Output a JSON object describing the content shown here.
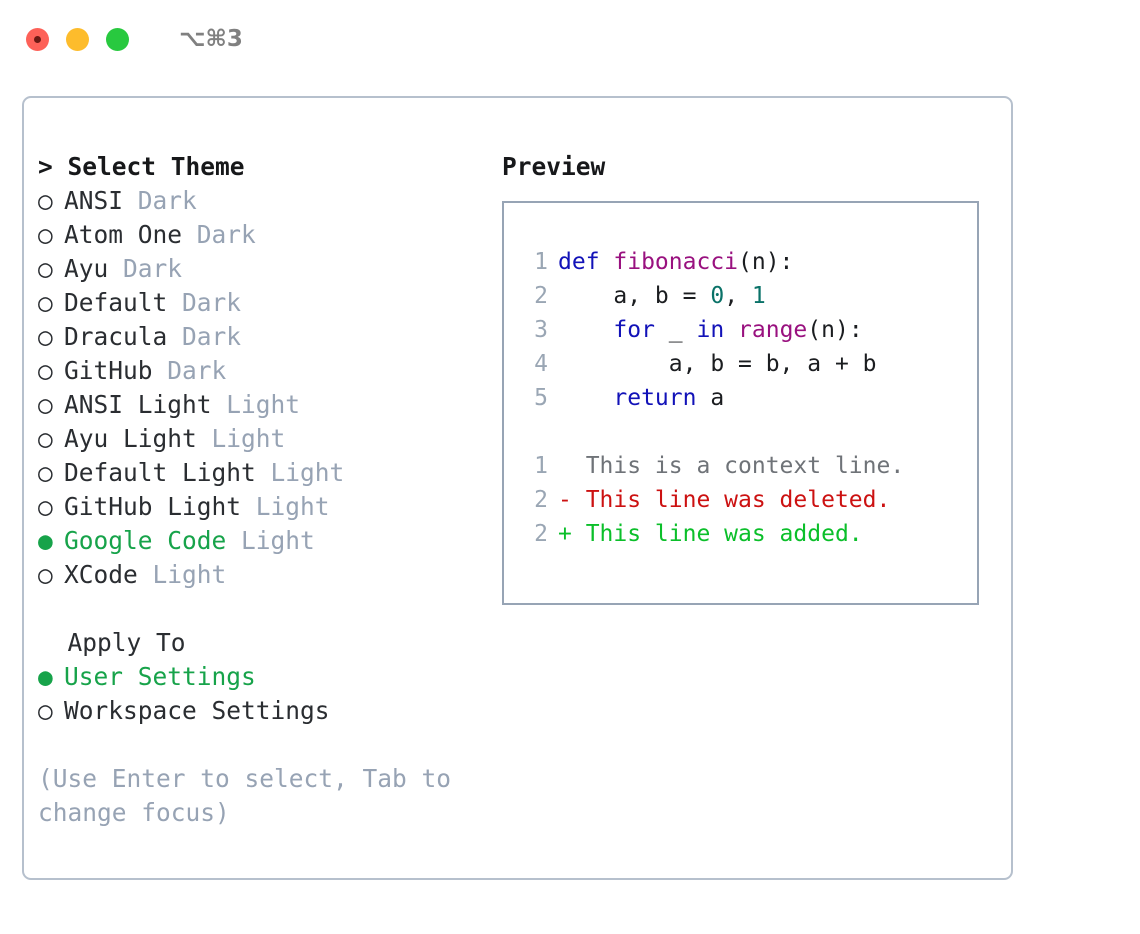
{
  "window": {
    "shortcut_label": "⌥⌘3",
    "traffic_lights": [
      "close",
      "minimize",
      "zoom"
    ]
  },
  "left_panel": {
    "header": "> Select Theme",
    "themes": [
      {
        "bullet": "○",
        "name": "ANSI",
        "variant": "Dark",
        "selected": false
      },
      {
        "bullet": "○",
        "name": "Atom One",
        "variant": "Dark",
        "selected": false
      },
      {
        "bullet": "○",
        "name": "Ayu",
        "variant": "Dark",
        "selected": false
      },
      {
        "bullet": "○",
        "name": "Default",
        "variant": "Dark",
        "selected": false
      },
      {
        "bullet": "○",
        "name": "Dracula",
        "variant": "Dark",
        "selected": false
      },
      {
        "bullet": "○",
        "name": "GitHub",
        "variant": "Dark",
        "selected": false
      },
      {
        "bullet": "○",
        "name": "ANSI Light",
        "variant": "Light",
        "selected": false
      },
      {
        "bullet": "○",
        "name": "Ayu Light",
        "variant": "Light",
        "selected": false
      },
      {
        "bullet": "○",
        "name": "Default Light",
        "variant": "Light",
        "selected": false
      },
      {
        "bullet": "○",
        "name": "GitHub Light",
        "variant": "Light",
        "selected": false
      },
      {
        "bullet": "●",
        "name": "Google Code",
        "variant": "Light",
        "selected": true
      },
      {
        "bullet": "○",
        "name": "XCode",
        "variant": "Light",
        "selected": false
      }
    ],
    "apply_to": {
      "label": "  Apply To",
      "options": [
        {
          "bullet": "●",
          "name": "User Settings",
          "selected": true
        },
        {
          "bullet": "○",
          "name": "Workspace Settings",
          "selected": false
        }
      ]
    },
    "hint": "(Use Enter to select, Tab to change focus)"
  },
  "right_panel": {
    "title": "Preview",
    "code_lines": [
      {
        "num": "1",
        "tokens": [
          {
            "t": "def ",
            "c": "tok-kw"
          },
          {
            "t": "fibonacci",
            "c": "tok-fn"
          },
          {
            "t": "(n):",
            "c": "tok-plain"
          }
        ]
      },
      {
        "num": "2",
        "tokens": [
          {
            "t": "    a, b = ",
            "c": "tok-plain"
          },
          {
            "t": "0",
            "c": "tok-num"
          },
          {
            "t": ", ",
            "c": "tok-plain"
          },
          {
            "t": "1",
            "c": "tok-num"
          }
        ]
      },
      {
        "num": "3",
        "tokens": [
          {
            "t": "    ",
            "c": "tok-plain"
          },
          {
            "t": "for",
            "c": "tok-kw"
          },
          {
            "t": " _ ",
            "c": "tok-plain"
          },
          {
            "t": "in",
            "c": "tok-kw"
          },
          {
            "t": " ",
            "c": "tok-plain"
          },
          {
            "t": "range",
            "c": "tok-fn"
          },
          {
            "t": "(n):",
            "c": "tok-plain"
          }
        ]
      },
      {
        "num": "4",
        "tokens": [
          {
            "t": "        a, b = b, a + b",
            "c": "tok-plain"
          }
        ]
      },
      {
        "num": "5",
        "tokens": [
          {
            "t": "    ",
            "c": "tok-plain"
          },
          {
            "t": "return",
            "c": "tok-kw"
          },
          {
            "t": " a",
            "c": "tok-plain"
          }
        ]
      }
    ],
    "diff_lines": [
      {
        "num": "1",
        "tokens": [
          {
            "t": "  This is a context line.",
            "c": "tok-ctx"
          }
        ]
      },
      {
        "num": "2",
        "tokens": [
          {
            "t": "- This line was deleted.",
            "c": "tok-del"
          }
        ]
      },
      {
        "num": "2",
        "tokens": [
          {
            "t": "+ This line was added.",
            "c": "tok-add"
          }
        ]
      }
    ]
  },
  "colors": {
    "accent_green": "#17a34a",
    "muted": "#97a3b4",
    "border": "#b6c0cd",
    "preview_border": "#97a4b5",
    "keyword": "#1212b8",
    "function": "#99117f",
    "number": "#0a7268",
    "diff_delete": "#cc1111",
    "diff_add": "#0bbf2a",
    "traffic_red": "#fd6158",
    "traffic_yellow": "#fdbc2c",
    "traffic_green": "#28c93f"
  }
}
